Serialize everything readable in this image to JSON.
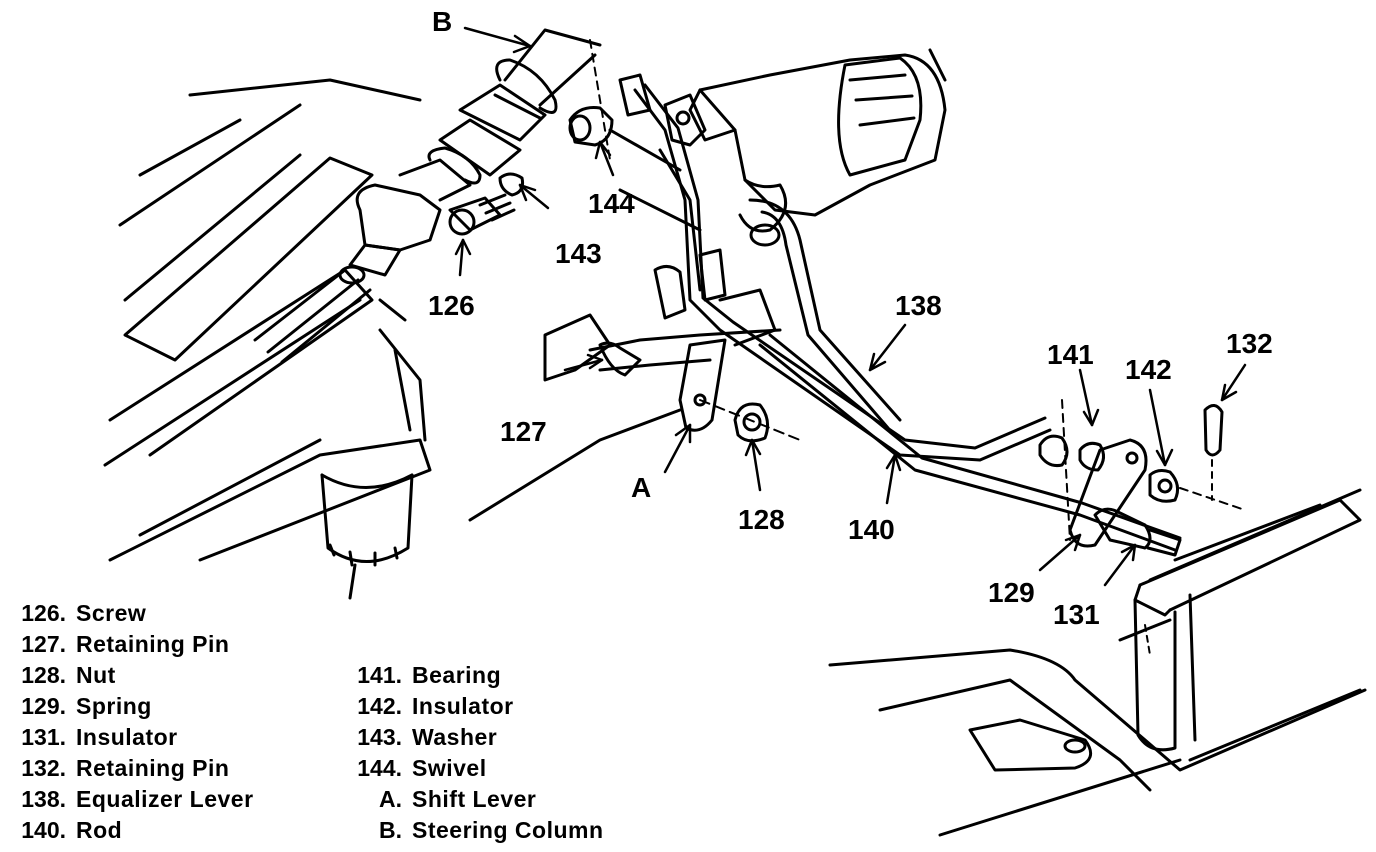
{
  "diagram": {
    "callouts": {
      "B": "B",
      "144": "144",
      "143": "143",
      "126": "126",
      "138": "138",
      "141": "141",
      "142": "142",
      "132": "132",
      "127": "127",
      "A": "A",
      "128": "128",
      "140": "140",
      "129": "129",
      "131": "131"
    }
  },
  "legend": {
    "left": [
      {
        "num": "126.",
        "desc": "Screw"
      },
      {
        "num": "127.",
        "desc": "Retaining Pin"
      },
      {
        "num": "128.",
        "desc": "Nut"
      },
      {
        "num": "129.",
        "desc": "Spring"
      },
      {
        "num": "131.",
        "desc": "Insulator"
      },
      {
        "num": "132.",
        "desc": "Retaining Pin"
      },
      {
        "num": "138.",
        "desc": "Equalizer Lever"
      },
      {
        "num": "140.",
        "desc": "Rod"
      }
    ],
    "right": [
      {
        "num": "141.",
        "desc": "Bearing"
      },
      {
        "num": "142.",
        "desc": "Insulator"
      },
      {
        "num": "143.",
        "desc": "Washer"
      },
      {
        "num": "144.",
        "desc": "Swivel"
      },
      {
        "num": "A.",
        "desc": "Shift Lever"
      },
      {
        "num": "B.",
        "desc": "Steering Column"
      }
    ]
  }
}
